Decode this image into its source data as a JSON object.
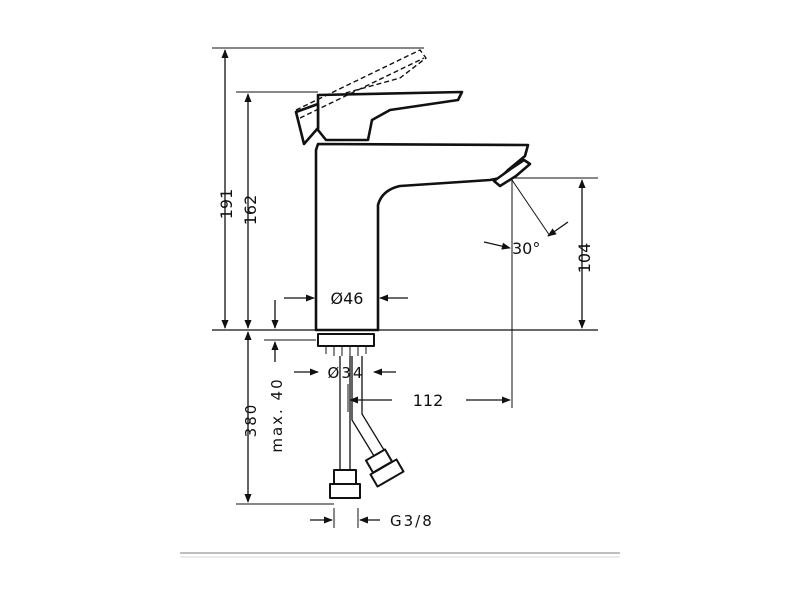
{
  "dimensions": {
    "total_height": "191",
    "spout_height": "162",
    "spout_clearance": "104",
    "angle": "30°",
    "base_diameter": "Ø46",
    "hole_diameter": "Ø34",
    "reach": "112",
    "hose_length": "380",
    "max_thickness": "max. 40",
    "thread": "G3/8"
  },
  "colors": {
    "line": "#111111",
    "background": "#ffffff",
    "footer_rule": "#bfbfbf"
  }
}
